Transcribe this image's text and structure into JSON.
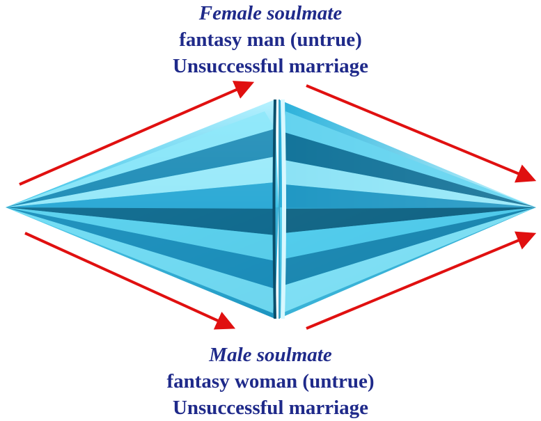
{
  "top": {
    "title": "Female soulmate",
    "line1": "fantasy man (untrue)",
    "line2": "Unsuccessful marriage"
  },
  "bottom": {
    "title": "Male soulmate",
    "line1": "fantasy woman (untrue)",
    "line2": "Unsuccessful marriage"
  },
  "colors": {
    "text": "#1f2a8a",
    "arrow": "#e01010",
    "crystal_light": "#7fe3f7",
    "crystal_mid": "#2cb6dc",
    "crystal_dark": "#0a5f80"
  }
}
